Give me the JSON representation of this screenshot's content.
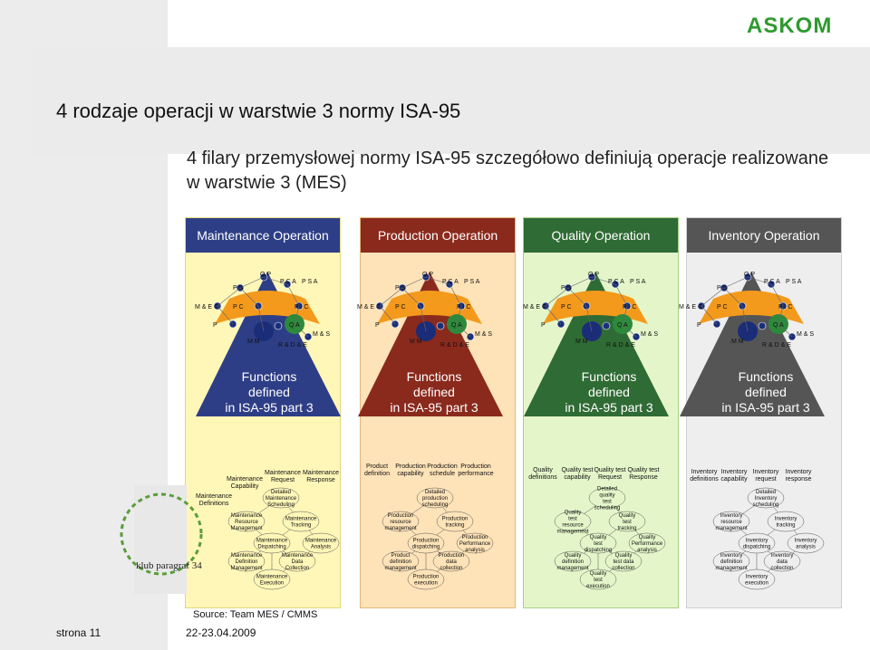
{
  "logo": "ASKOM",
  "title": "4 rodzaje operacji w warstwie 3 normy ISA-95",
  "subtitle": "4 filary przemysłowej normy ISA-95 szczegółowo definiują operacje realizowane w warstwie 3 (MES)",
  "panels": [
    {
      "title": "Maintenance Operation",
      "func": [
        "Functions",
        "defined",
        "in ISA-95 part 3"
      ]
    },
    {
      "title": "Production Operation",
      "func": [
        "Functions",
        "defined",
        "in ISA-95 part 3"
      ]
    },
    {
      "title": "Quality Operation",
      "func": [
        "Functions",
        "defined",
        "in ISA-95 part 3"
      ]
    },
    {
      "title": "Inventory Operation",
      "func": [
        "Functions",
        "defined",
        "in ISA-95 part 3"
      ]
    }
  ],
  "node_labels": {
    "op": "O P",
    "ps": "P S",
    "pca": "P C A",
    "psa": "P S A",
    "mec": "M & E C",
    "pc": "P C",
    "pic": "P I C",
    "p": "P",
    "qa": "Q A",
    "mm": "M M",
    "ms": "M & S",
    "rde": "R & D & E"
  },
  "maintenance": {
    "headers": [
      "Maintenance Capability",
      "Maintenance Request",
      "Maintenance Response",
      "Maintenance Definitions"
    ],
    "boxes": [
      "Detailed Maintenance Scheduling",
      "Maintenance Resource Management",
      "Maintenance Tracking",
      "Maintenance Dispatching",
      "Maintenance Analysis",
      "Maintenance Definition Management",
      "Maintenance Data Collection",
      "Maintenance Execution"
    ]
  },
  "production": {
    "headers": [
      "Product definition",
      "Production capability",
      "Production schedule",
      "Production performance"
    ],
    "boxes": [
      "Detailed production scheduling",
      "Production resource management",
      "Production tracking",
      "Production dispatching",
      "Production Performance analysis",
      "Product definition management",
      "Production data collection",
      "Production execution"
    ]
  },
  "quality": {
    "headers": [
      "Quality definitions",
      "Quality test capability",
      "Quality test Request",
      "Quality test Response"
    ],
    "boxes": [
      "Detailed quality test scheduling",
      "Quality test resource management",
      "Quality test tracking",
      "Quality test dispatching",
      "Quality Performance analysis",
      "Quality definition management",
      "Quality test data collection",
      "Quality test execution"
    ]
  },
  "inventory": {
    "headers": [
      "Inventory definitions",
      "Inventory capability",
      "Inventory request",
      "Inventory response"
    ],
    "boxes": [
      "Detailed Inventory scheduling",
      "Inventory resource management",
      "Inventory tracking",
      "Inventory dispatching",
      "Inventory analysis",
      "Inventory definition management",
      "Inventory data collection",
      "Inventory execution"
    ]
  },
  "club": "klub paragraf 34",
  "source": "Source: Team MES / CMMS",
  "footer_page": "strona 11",
  "footer_date": "22-23.04.2009"
}
